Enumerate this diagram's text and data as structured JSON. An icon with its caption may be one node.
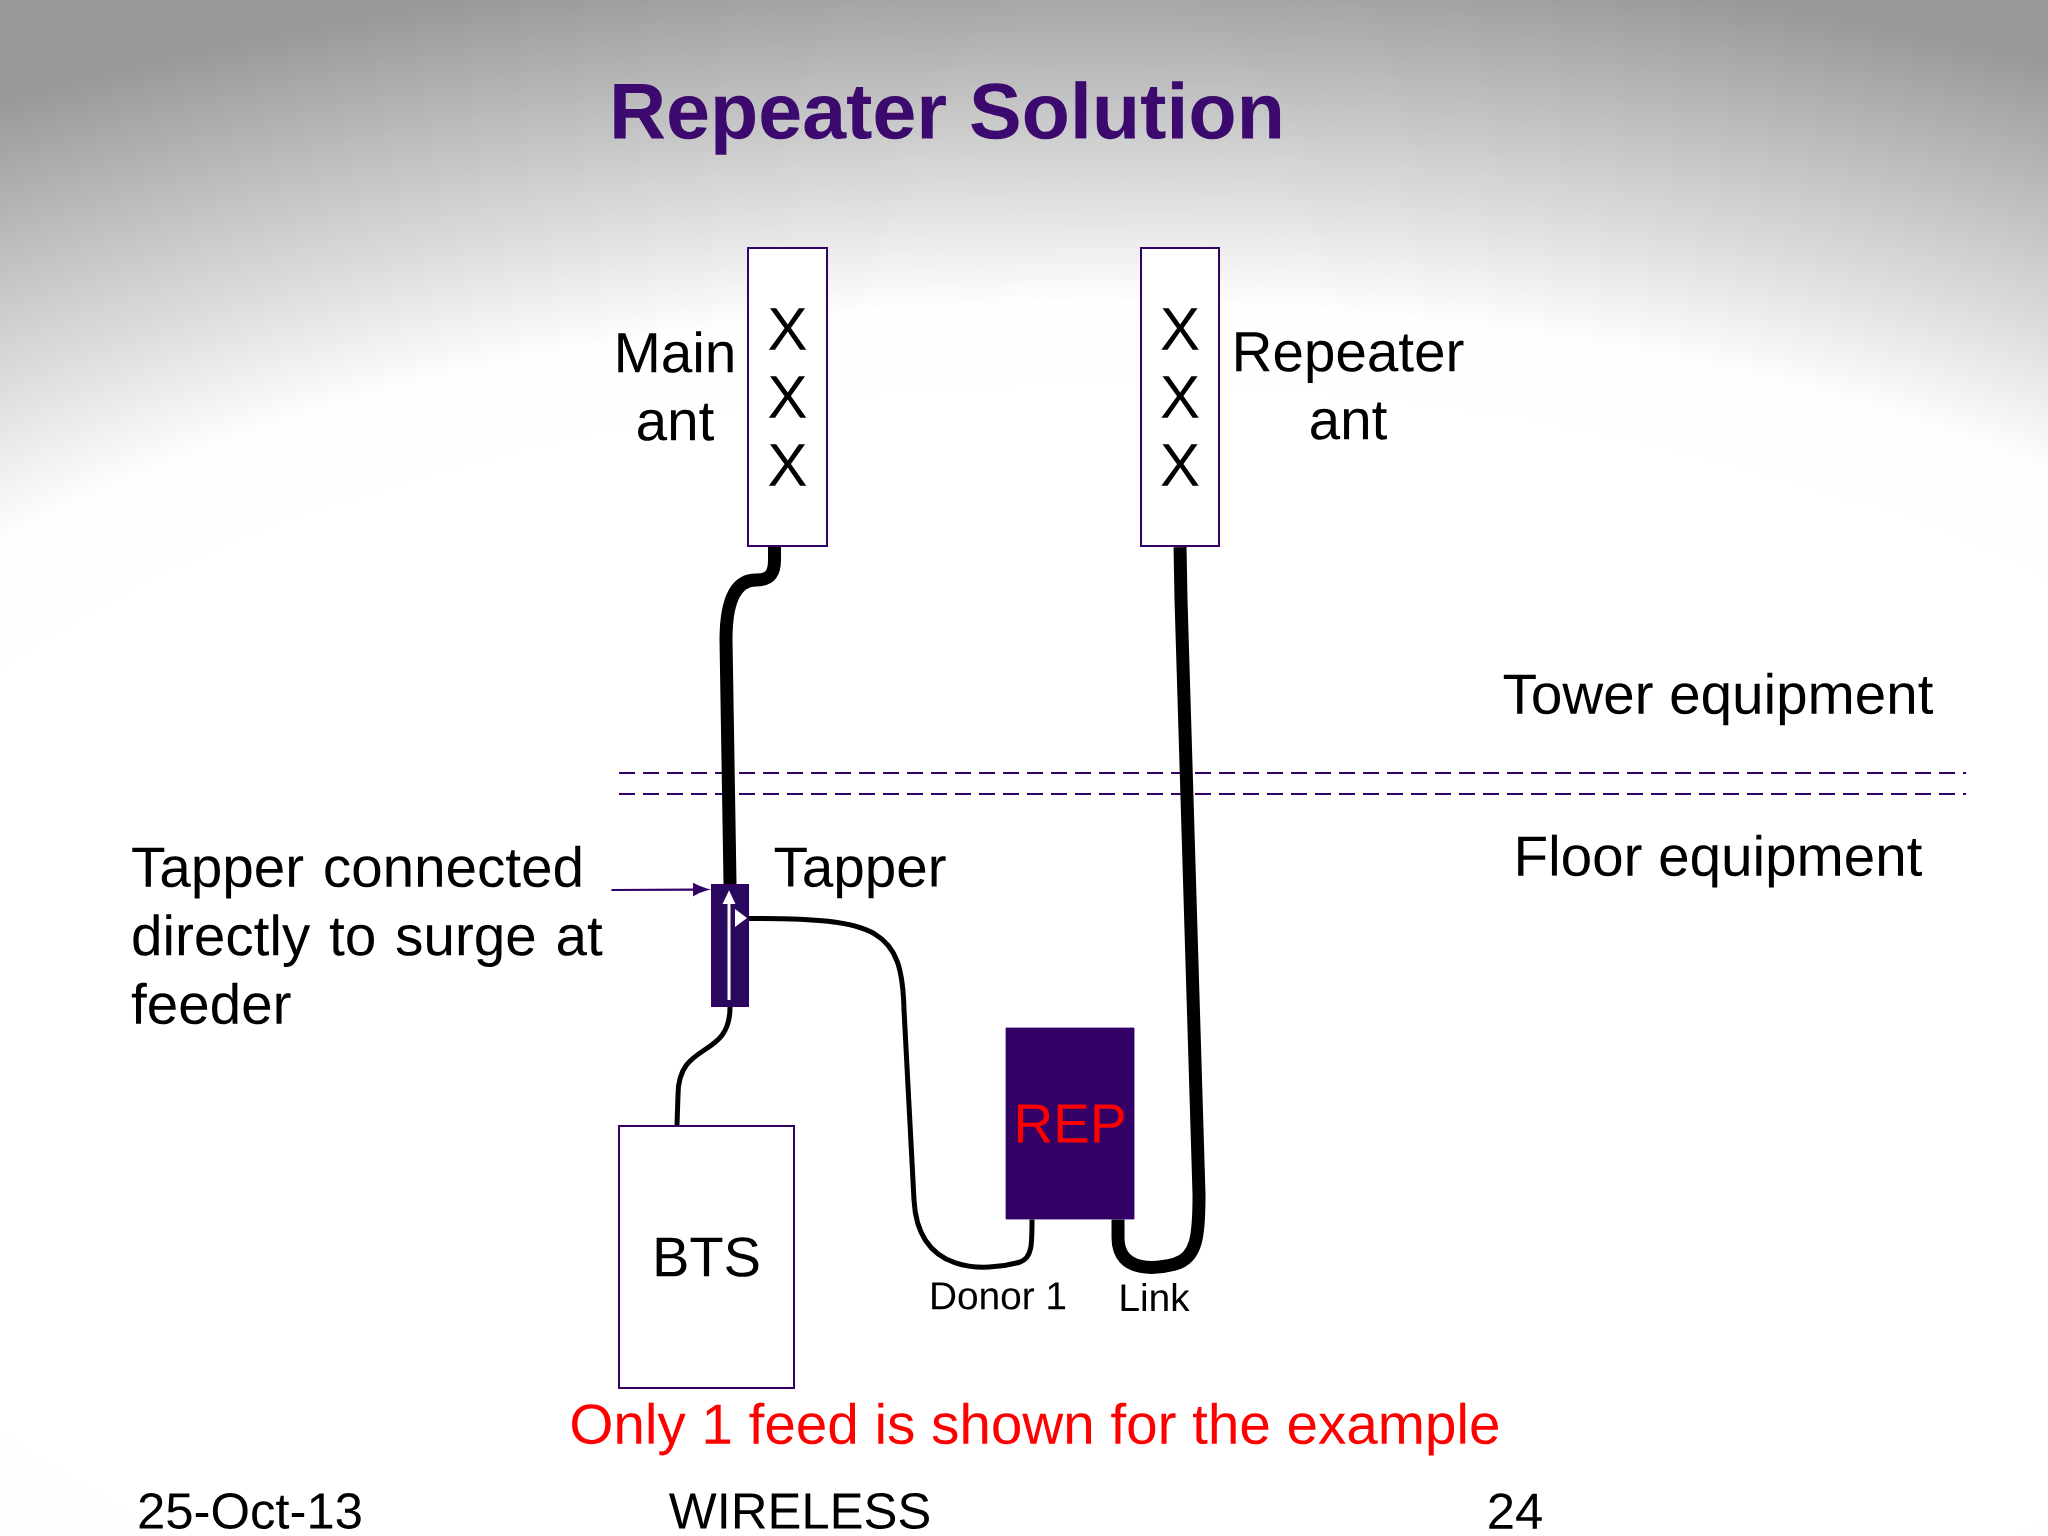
{
  "diagram": {
    "title": "Repeater Solution",
    "nodes": [
      {
        "text": [
          "X X X"
        ],
        "beside": [
          "Main ant"
        ]
      },
      {
        "text": [
          "X X X"
        ],
        "beside": [
          "Repeater ant"
        ]
      },
      {
        "text": [
          "Tapper connected directly to surge at feeder"
        ]
      },
      {
        "text": [],
        "shape": "box",
        "beside": [
          "Tapper"
        ]
      },
      {
        "text": [
          "BTS"
        ]
      },
      {
        "text": [
          "REP"
        ]
      }
    ],
    "edges": [
      {
        "from": 0,
        "to": 3,
        "arrow": "none",
        "style": "thick"
      },
      {
        "from": 3,
        "to": 4,
        "arrow": "none"
      },
      {
        "from": 3,
        "to": 5,
        "arrow": "none",
        "label": "Donor 1"
      },
      {
        "from": 5,
        "to": 1,
        "arrow": "none",
        "style": "thick",
        "label": "Link"
      },
      {
        "from": 2,
        "to": 3,
        "arrow": "to",
        "color": "#330066"
      }
    ],
    "labels": [
      "Tower equipment",
      "Floor equipment",
      "Only 1 feed is shown for the example",
      "25-Oct-13",
      "WIRELESS",
      "24"
    ]
  }
}
